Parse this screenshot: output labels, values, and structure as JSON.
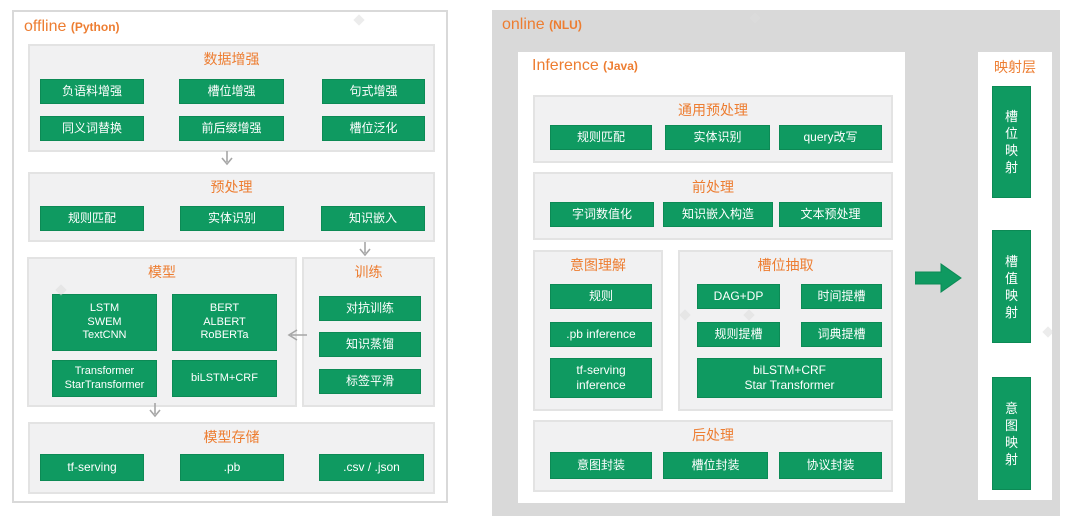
{
  "colors": {
    "accent_green": "#0f9a61",
    "accent_orange": "#ed7d31",
    "panel_gray": "#d9d9d9",
    "section_gray": "#f1f1f2",
    "arrow_gray": "#a6a6a6"
  },
  "offline": {
    "header": {
      "title": "offline",
      "subtitle": "(Python)"
    },
    "sections": {
      "data_aug": {
        "title": "数据增强",
        "items": [
          "负语料增强",
          "槽位增强",
          "句式增强",
          "同义词替换",
          "前后缀增强",
          "槽位泛化"
        ]
      },
      "preprocess": {
        "title": "预处理",
        "items": [
          "规则匹配",
          "实体识别",
          "知识嵌入"
        ]
      },
      "model": {
        "title": "模型",
        "items": [
          "LSTM\nSWEM\nTextCNN",
          "BERT\nALBERT\nRoBERTa",
          "Transformer\nStarTransformer",
          "biLSTM+CRF"
        ]
      },
      "training": {
        "title": "训练",
        "items": [
          "对抗训练",
          "知识蒸馏",
          "标签平滑"
        ]
      },
      "storage": {
        "title": "模型存储",
        "items": [
          "tf-serving",
          ".pb",
          ".csv / .json"
        ]
      }
    }
  },
  "online": {
    "header": {
      "title": "online",
      "subtitle": "(NLU)"
    },
    "inference": {
      "header": {
        "title": "Inference",
        "subtitle": "(Java)"
      },
      "sections": {
        "general_pre": {
          "title": "通用预处理",
          "items": [
            "规则匹配",
            "实体识别",
            "query改写"
          ]
        },
        "pre": {
          "title": "前处理",
          "items": [
            "字词数值化",
            "知识嵌入构造",
            "文本预处理"
          ]
        },
        "intent": {
          "title": "意图理解",
          "items": [
            "规则",
            ".pb inference",
            "tf-serving\ninference"
          ]
        },
        "slot": {
          "title": "槽位抽取",
          "items": [
            "DAG+DP",
            "时间提槽",
            "规则提槽",
            "词典提槽",
            "biLSTM+CRF\nStar Transformer"
          ]
        },
        "post": {
          "title": "后处理",
          "items": [
            "意图封装",
            "槽位封装",
            "协议封装"
          ]
        }
      }
    },
    "mapping": {
      "title": "映射层",
      "items": [
        "槽位映射",
        "槽值映射",
        "意图映射"
      ]
    }
  }
}
